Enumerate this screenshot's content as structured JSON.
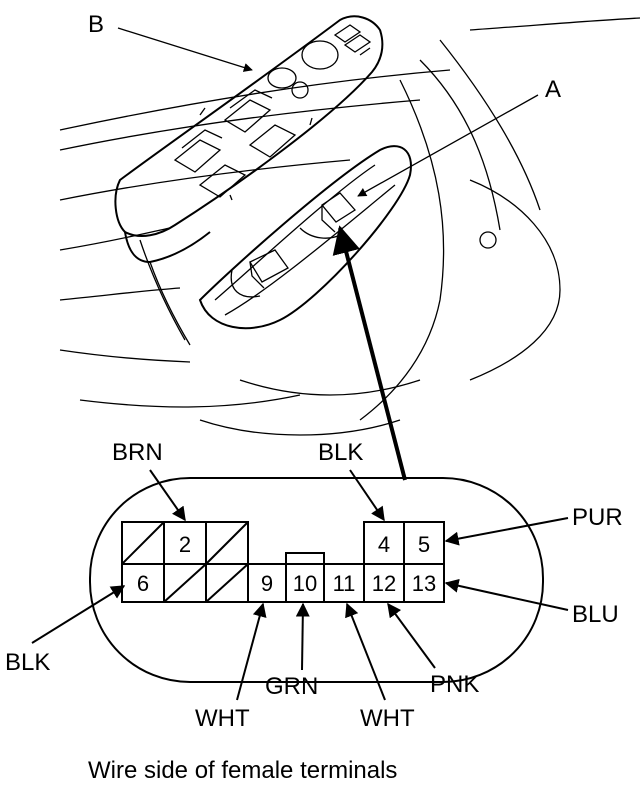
{
  "labels": {
    "part_a": "A",
    "part_b": "B"
  },
  "wires": {
    "brn": "BRN",
    "blk_top": "BLK",
    "pur": "PUR",
    "blu": "BLU",
    "blk_left": "BLK",
    "grn": "GRN",
    "wht_left": "WHT",
    "wht_right": "WHT",
    "pnk": "PNK"
  },
  "pins": {
    "p2": "2",
    "p4": "4",
    "p5": "5",
    "p6": "6",
    "p9": "9",
    "p10": "10",
    "p11": "11",
    "p12": "12",
    "p13": "13"
  },
  "caption": "Wire side of female terminals"
}
